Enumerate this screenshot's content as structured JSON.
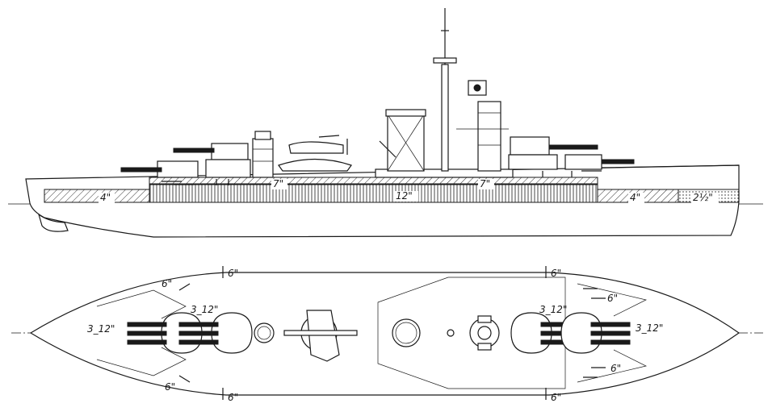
{
  "profile_labels": {
    "belt_bow": "4\"",
    "belt_mid_fore": "7\"",
    "belt_center": "12\"",
    "belt_mid_aft": "7\"",
    "belt_aft": "4\"",
    "belt_stern": "2½\""
  },
  "plan_labels": {
    "fwd_main_turret": "3_12\"",
    "fwd_main_turret_2": "3_12\"",
    "aft_main_turret": "3_12\"",
    "aft_main_turret_2": "3_12\"",
    "sec_fwd_upper_1": "6\"",
    "sec_fwd_upper_2": "6\"",
    "sec_fwd_lower_1": "6\"",
    "sec_fwd_lower_2": "6\"",
    "sec_aft_upper_1": "6\"",
    "sec_aft_upper_2": "6\"",
    "sec_aft_lower_1": "6\"",
    "sec_aft_lower_2": "6\""
  },
  "colors": {
    "ink": "#1a1a1a",
    "paper": "#ffffff"
  }
}
